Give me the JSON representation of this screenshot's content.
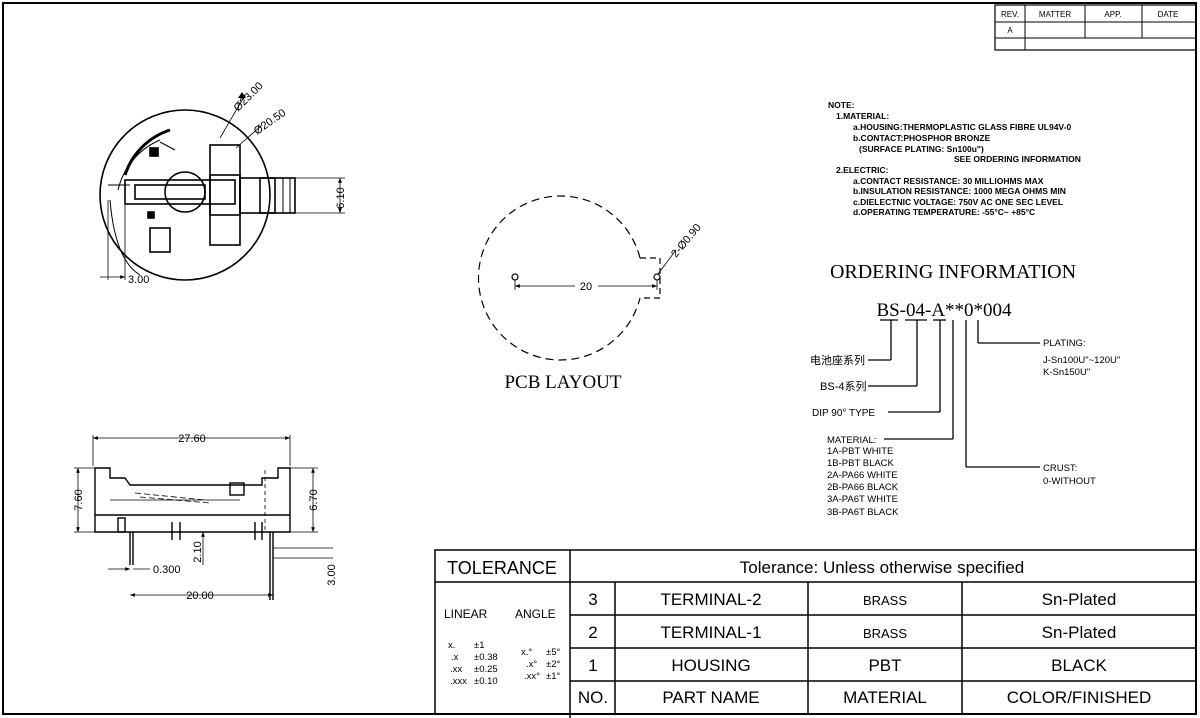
{
  "revision_block": {
    "headers": [
      "REV.",
      "MATTER",
      "APP.",
      "DATE"
    ],
    "row": [
      "A",
      "",
      "",
      ""
    ]
  },
  "notes": {
    "title": "NOTE:",
    "lines": [
      "1.MATERIAL:",
      "a.HOUSING:THERMOPLASTIC GLASS FIBRE UL94V-0",
      "b.CONTACT:PHOSPHOR BRONZE",
      "(SURFACE PLATING: Sn100u\")",
      "SEE ORDERING INFORMATION",
      "2.ELECTRIC:",
      "a.CONTACT RESISTANCE: 30 MILLIOHMS MAX",
      "b.INSULATION RESISTANCE: 1000 MEGA OHMS MIN",
      "c.DIELECTNIC VOLTAGE: 750V AC ONE SEC LEVEL",
      "d.OPERATING TEMPERATURE: -55°C~ +85°C"
    ]
  },
  "ordering": {
    "title": "ORDERING INFORMATION",
    "code": "BS-04-A**0*004",
    "series_label": "电池座系列",
    "model_label": "BS-4系列",
    "type_label": "DIP 90° TYPE",
    "material_title": "MATERIAL:",
    "material_options": [
      "1A-PBT WHITE",
      "1B-PBT BLACK",
      "2A-PA66 WHITE",
      "2B-PA66 BLACK",
      "3A-PA6T WHITE",
      "3B-PA6T BLACK"
    ],
    "plating_title": "PLATING:",
    "plating_options": [
      "J-Sn100U\"~120U\"",
      "K-Sn150U\""
    ],
    "crust_title": "CRUST:",
    "crust_options": [
      "0-WITHOUT"
    ]
  },
  "top_view": {
    "dim_outer": "Ø23.00",
    "dim_inner": "Ø20.50",
    "dim_height": "6.10",
    "dim_offset": "3.00"
  },
  "pcb_layout": {
    "title": "PCB LAYOUT",
    "dim_pitch": "20",
    "dim_hole": "2-Ø0.90"
  },
  "side_view": {
    "dim_length": "27.60",
    "dim_height_left": "7.60",
    "dim_height_right": "6.70",
    "dim_pin_length": "2.10",
    "dim_pin_thickness": "0.300",
    "dim_pitch": "20.00",
    "dim_right": "3.00"
  },
  "title_block": {
    "tolerance_label": "TOLERANCE",
    "tolerance_note": "Tolerance: Unless otherwise specified",
    "linear_label": "LINEAR",
    "angle_label": "ANGLE",
    "linear_values": [
      [
        "x.",
        "±1"
      ],
      [
        ".x",
        "±0.38"
      ],
      [
        ".xx",
        "±0.25"
      ],
      [
        ".xxx",
        "±0.10"
      ]
    ],
    "angle_values": [
      [
        "x.°",
        "±5°"
      ],
      [
        ".x°",
        "±2°"
      ],
      [
        ".xx°",
        "±1°"
      ]
    ],
    "rows": [
      {
        "no": "3",
        "part": "TERMINAL-2",
        "material": "BRASS",
        "finish": "Sn-Plated"
      },
      {
        "no": "2",
        "part": "TERMINAL-1",
        "material": "BRASS",
        "finish": "Sn-Plated"
      },
      {
        "no": "1",
        "part": "HOUSING",
        "material": "PBT",
        "finish": "BLACK"
      }
    ],
    "headers": {
      "no": "NO.",
      "part": "PART NAME",
      "material": "MATERIAL",
      "finish": "COLOR/FINISHED"
    }
  }
}
